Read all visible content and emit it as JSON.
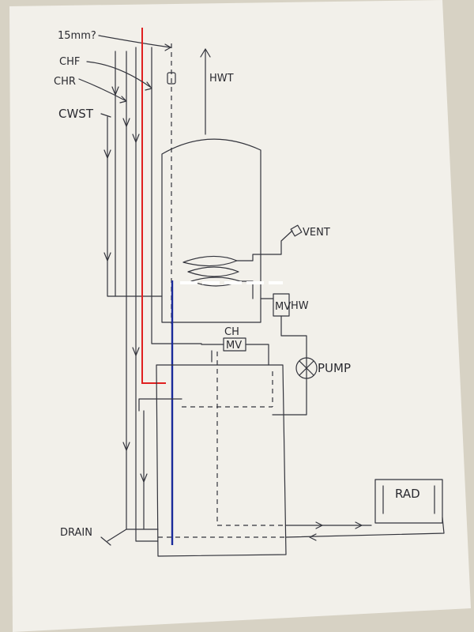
{
  "labels": {
    "pipe_15mm": "15mm?",
    "chf": "CHF",
    "chr": "CHR",
    "cwst": "CWST",
    "hwt": "HWT",
    "vent": "VENT",
    "hw": "HW",
    "mv": "MV",
    "ch": "CH",
    "pump": "PUMP",
    "rad": "RAD",
    "drain": "DRAIN"
  },
  "colors": {
    "paper": "#f2f0ea",
    "background": "#d7d2c4",
    "ink": "#33343c",
    "red_pipe": "#e02020",
    "blue_pipe": "#1a2a9a",
    "white_marker": "#ffffff"
  }
}
